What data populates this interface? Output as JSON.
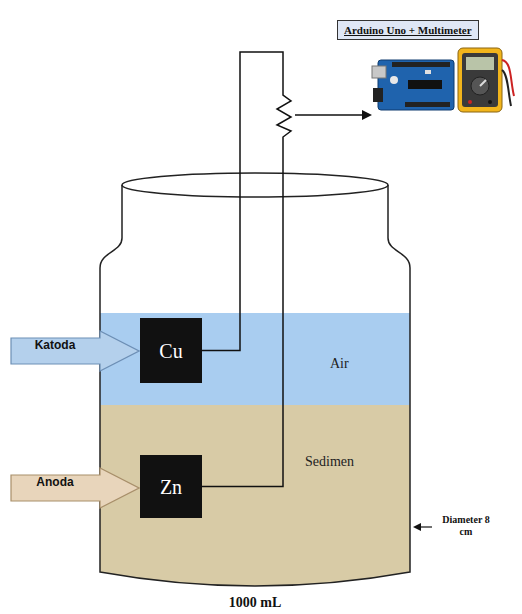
{
  "diagram": {
    "nodes": [
      {
        "text": [
          "Arduino Uno + Multimeter"
        ]
      },
      {
        "text": [
          "Air"
        ]
      },
      {
        "text": [
          "Cu"
        ],
        "in": 1
      },
      {
        "text": [
          "Sedimen"
        ]
      },
      {
        "text": [
          "Zn"
        ],
        "in": 3
      },
      {
        "text": [
          "Katoda"
        ]
      },
      {
        "text": [
          "Anoda"
        ]
      }
    ],
    "edges": [
      {
        "from": 2,
        "to": 4,
        "arrow": "none"
      }
    ],
    "labels": [
      "Diameter 8 cm",
      "1000 mL"
    ]
  }
}
